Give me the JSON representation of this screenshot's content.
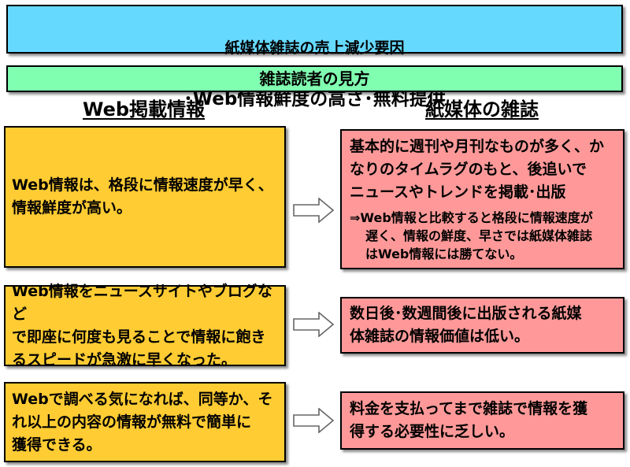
{
  "title": {
    "line1": "紙媒体雑誌の売上減少要因",
    "line2": "･Web情報鮮度の高さ･無料提供"
  },
  "reader_view": "雑誌読者の見方",
  "columns": {
    "left_heading": "Web掲載情報",
    "right_heading": "紙媒体の雑誌"
  },
  "rows": [
    {
      "left": "Web情報は、格段に情報速度が早く、\n情報鮮度が高い。",
      "right": "基本的に週刊や月刊なものが多く、か\nなりのタイムラグのもと、後追いで\nニュースやトレンドを掲載･出版",
      "note": "⇒Web情報と比較すると格段に情報速度が\n遅く、情報の鮮度、早さでは紙媒体雑誌\nはWeb情報には勝てない。"
    },
    {
      "left": "Web情報をニュースサイトやブログなど\nで即座に何度も見ることで情報に飽き\nるスピードが急激に早くなった。",
      "right": "数日後･数週間後に出版される紙媒\n体雑誌の情報価値は低い。"
    },
    {
      "left": "Webで調べる気になれば、同等か、そ\nれ以上の内容の情報が無料で簡単に\n獲得できる。",
      "right": "料金を支払ってまで雑誌で情報を獲\n得する必要性に乏しい。"
    }
  ],
  "colors": {
    "title_bg": "#66d9ff",
    "reader_bg": "#80ffb0",
    "left_bg": "#ffcc33",
    "right_bg": "#ff9999"
  }
}
